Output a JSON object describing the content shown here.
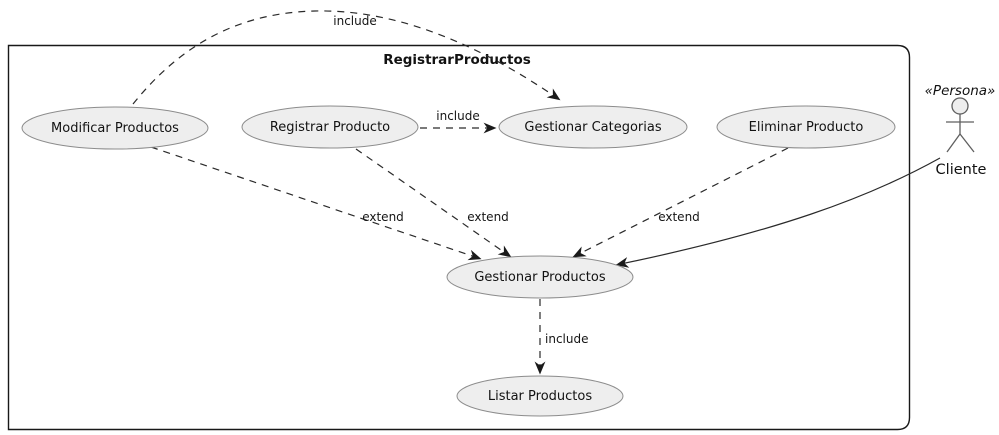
{
  "title": "RegistrarProductos",
  "colors": {
    "background": "#ffffff",
    "node_fill": "#eeeeee",
    "node_border": "#8c8c8c",
    "edge_line": "#2a2a2a",
    "boundary_border": "#181818",
    "text": "#121212"
  },
  "usecases": [
    {
      "label": "Modificar Productos"
    },
    {
      "label": "Registrar Producto"
    },
    {
      "label": "Gestionar Categorias"
    },
    {
      "label": "Eliminar Producto"
    },
    {
      "label": "Gestionar Productos"
    },
    {
      "label": "Listar Productos"
    }
  ],
  "actor": {
    "stereotype": "«Persona»",
    "name": "Cliente"
  },
  "edges": [
    {
      "type": "include",
      "label": "include",
      "from": "Modificar Productos",
      "to": "Gestionar Categorias"
    },
    {
      "type": "include",
      "label": "include",
      "from": "Registrar Producto",
      "to": "Gestionar Categorias"
    },
    {
      "type": "extend",
      "label": "extend",
      "from": "Modificar Productos",
      "to": "Gestionar Productos"
    },
    {
      "type": "extend",
      "label": "extend",
      "from": "Registrar Producto",
      "to": "Gestionar Productos"
    },
    {
      "type": "extend",
      "label": "extend",
      "from": "Eliminar Producto",
      "to": "Gestionar Productos"
    },
    {
      "type": "include",
      "label": "include",
      "from": "Gestionar Productos",
      "to": "Listar Productos"
    },
    {
      "type": "association",
      "label": "",
      "from": "Cliente",
      "to": "Gestionar Productos"
    }
  ]
}
